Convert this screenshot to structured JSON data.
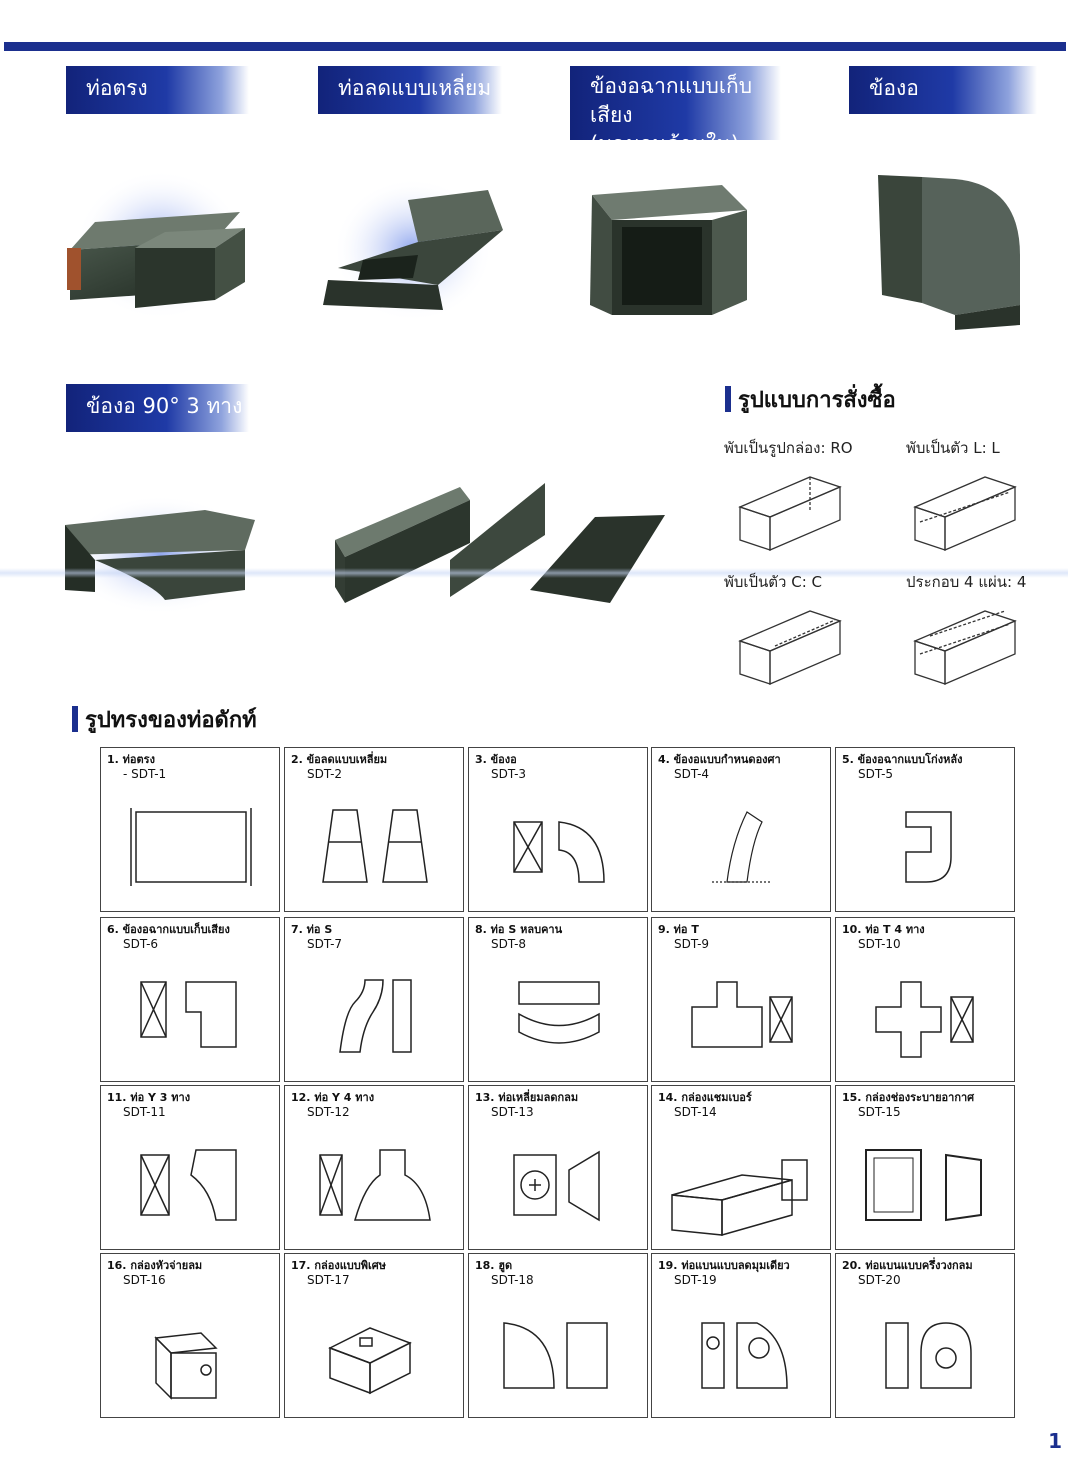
{
  "headers": {
    "straight": "ท่อตรง",
    "reducer": "ท่อลดแบบเหลี่ยม",
    "elbow_vane_1": "ข้องอฉากแบบเก็บเสียง",
    "elbow_vane_2": "(บุฉนวนด้านใน)",
    "elbow": "ข้องอ",
    "tee": "ข้องอ 90° 3 ทาง"
  },
  "order": {
    "title": "รูปแบบการสั่งซื้อ",
    "ro": "พับเป็นรูปกล่อง: RO",
    "l": "พับเป็นตัว L: L",
    "c": "พับเป็นตัว C: C",
    "four": "ประกอบ 4 แผ่น: 4"
  },
  "shapes_title": "รูปทรงของท่อดักท์",
  "items": [
    {
      "t": "1. ท่อตรง",
      "c": "- SDT-1"
    },
    {
      "t": "2. ข้อลดแบบเหลี่ยม",
      "c": "SDT-2"
    },
    {
      "t": "3. ข้องอ",
      "c": "SDT-3"
    },
    {
      "t": "4. ข้องอแบบกำหนดองศา",
      "c": "SDT-4"
    },
    {
      "t": "5. ข้องอฉากแบบโก่งหลัง",
      "c": "SDT-5"
    },
    {
      "t": "6. ข้องอฉากแบบเก็บเสียง",
      "c": "SDT-6"
    },
    {
      "t": "7. ท่อ S",
      "c": "SDT-7"
    },
    {
      "t": "8. ท่อ S หลบคาน",
      "c": "SDT-8"
    },
    {
      "t": "9. ท่อ T",
      "c": "SDT-9"
    },
    {
      "t": "10. ท่อ T 4 ทาง",
      "c": "SDT-10"
    },
    {
      "t": "11. ท่อ Y 3 ทาง",
      "c": "SDT-11"
    },
    {
      "t": "12. ท่อ Y 4 ทาง",
      "c": "SDT-12"
    },
    {
      "t": "13. ท่อเหลี่ยมลดกลม",
      "c": "SDT-13"
    },
    {
      "t": "14. กล่องแชมเบอร์",
      "c": "SDT-14"
    },
    {
      "t": "15. กล่องช่องระบายอากาศ",
      "c": "SDT-15"
    },
    {
      "t": "16. กล่องหัวจ่ายลม",
      "c": "SDT-16"
    },
    {
      "t": "17. กล่องแบบพิเศษ",
      "c": "SDT-17"
    },
    {
      "t": "18. ฮูด",
      "c": "SDT-18"
    },
    {
      "t": "19. ท่อแบนแบบลดมุมเดียว",
      "c": "SDT-19"
    },
    {
      "t": "20. ท่อแบนแบบครึ่งวงกลม",
      "c": "SDT-20"
    }
  ],
  "page_number": "1",
  "colors": {
    "brand": "#1b2f8e",
    "duct": "#2e3a30"
  }
}
